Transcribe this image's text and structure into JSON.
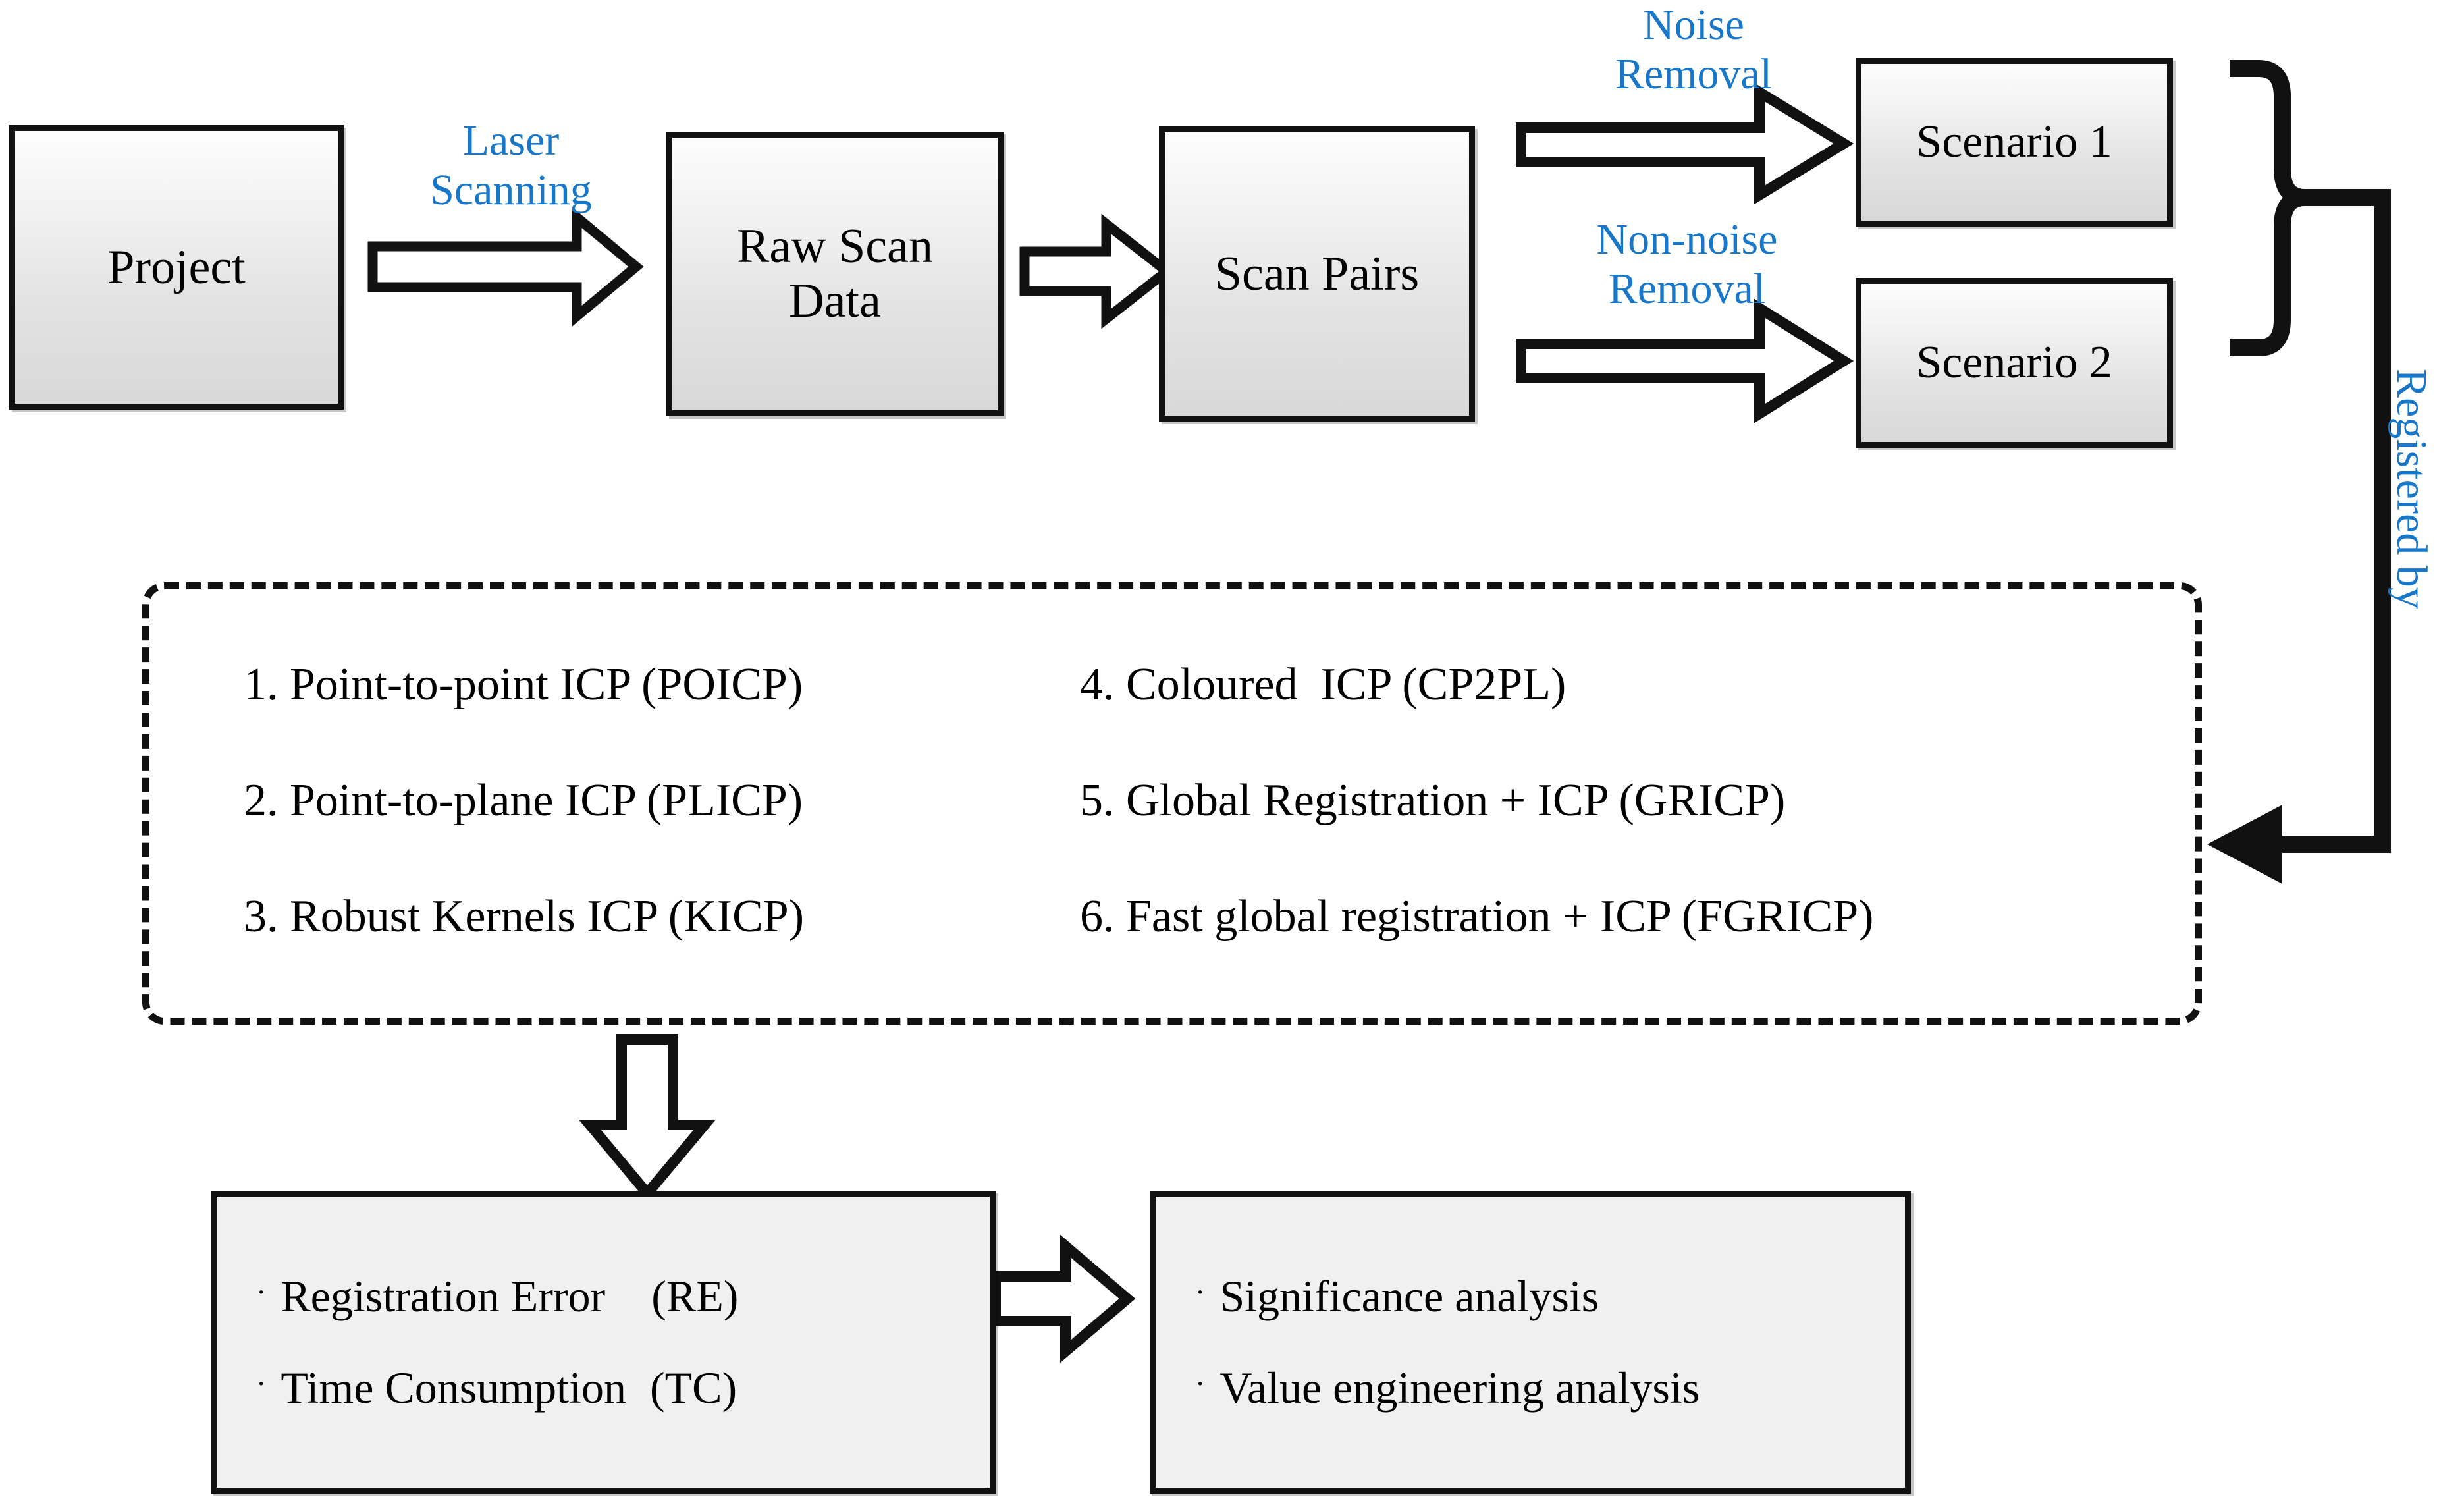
{
  "diagram": {
    "title": "Laser scanning registration methodology flowchart",
    "accent_blue": "#1877C8",
    "box_fill_top": "#FDFDFD",
    "box_fill_bottom": "#D8D8D8",
    "outcome_fill": "#F0F0F0",
    "stroke": "#111111"
  },
  "nodes": {
    "project": {
      "label": "Project"
    },
    "raw_scan_data": {
      "line1": "Raw Scan",
      "line2": "Data"
    },
    "scan_pairs": {
      "label": "Scan Pairs"
    },
    "scenario1": {
      "label": "Scenario 1"
    },
    "scenario2": {
      "label": "Scenario 2"
    }
  },
  "edge_labels": {
    "laser_scanning": "Laser\nScanning",
    "noise_removal": "Noise\nRemoval",
    "non_noise_removal": "Non-noise\nRemoval",
    "registered_by": "Registered by"
  },
  "methods_box": {
    "left_column": [
      "1. Point-to-point ICP (POICP)",
      "2. Point-to-plane ICP (PLICP)",
      "3. Robust Kernels ICP (KICP)"
    ],
    "right_column": [
      "4. Coloured  ICP (CP2PL)",
      "5. Global Registration + ICP (GRICP)",
      "6. Fast global registration + ICP (FGRICP)"
    ]
  },
  "metrics_box": {
    "bullet": "·",
    "items": [
      {
        "name": "Registration Error",
        "abbr": "(RE)"
      },
      {
        "name": "Time Consumption",
        "abbr": "(TC)"
      }
    ]
  },
  "analysis_box": {
    "bullet": "·",
    "items": [
      "Significance analysis",
      "Value engineering analysis"
    ]
  }
}
